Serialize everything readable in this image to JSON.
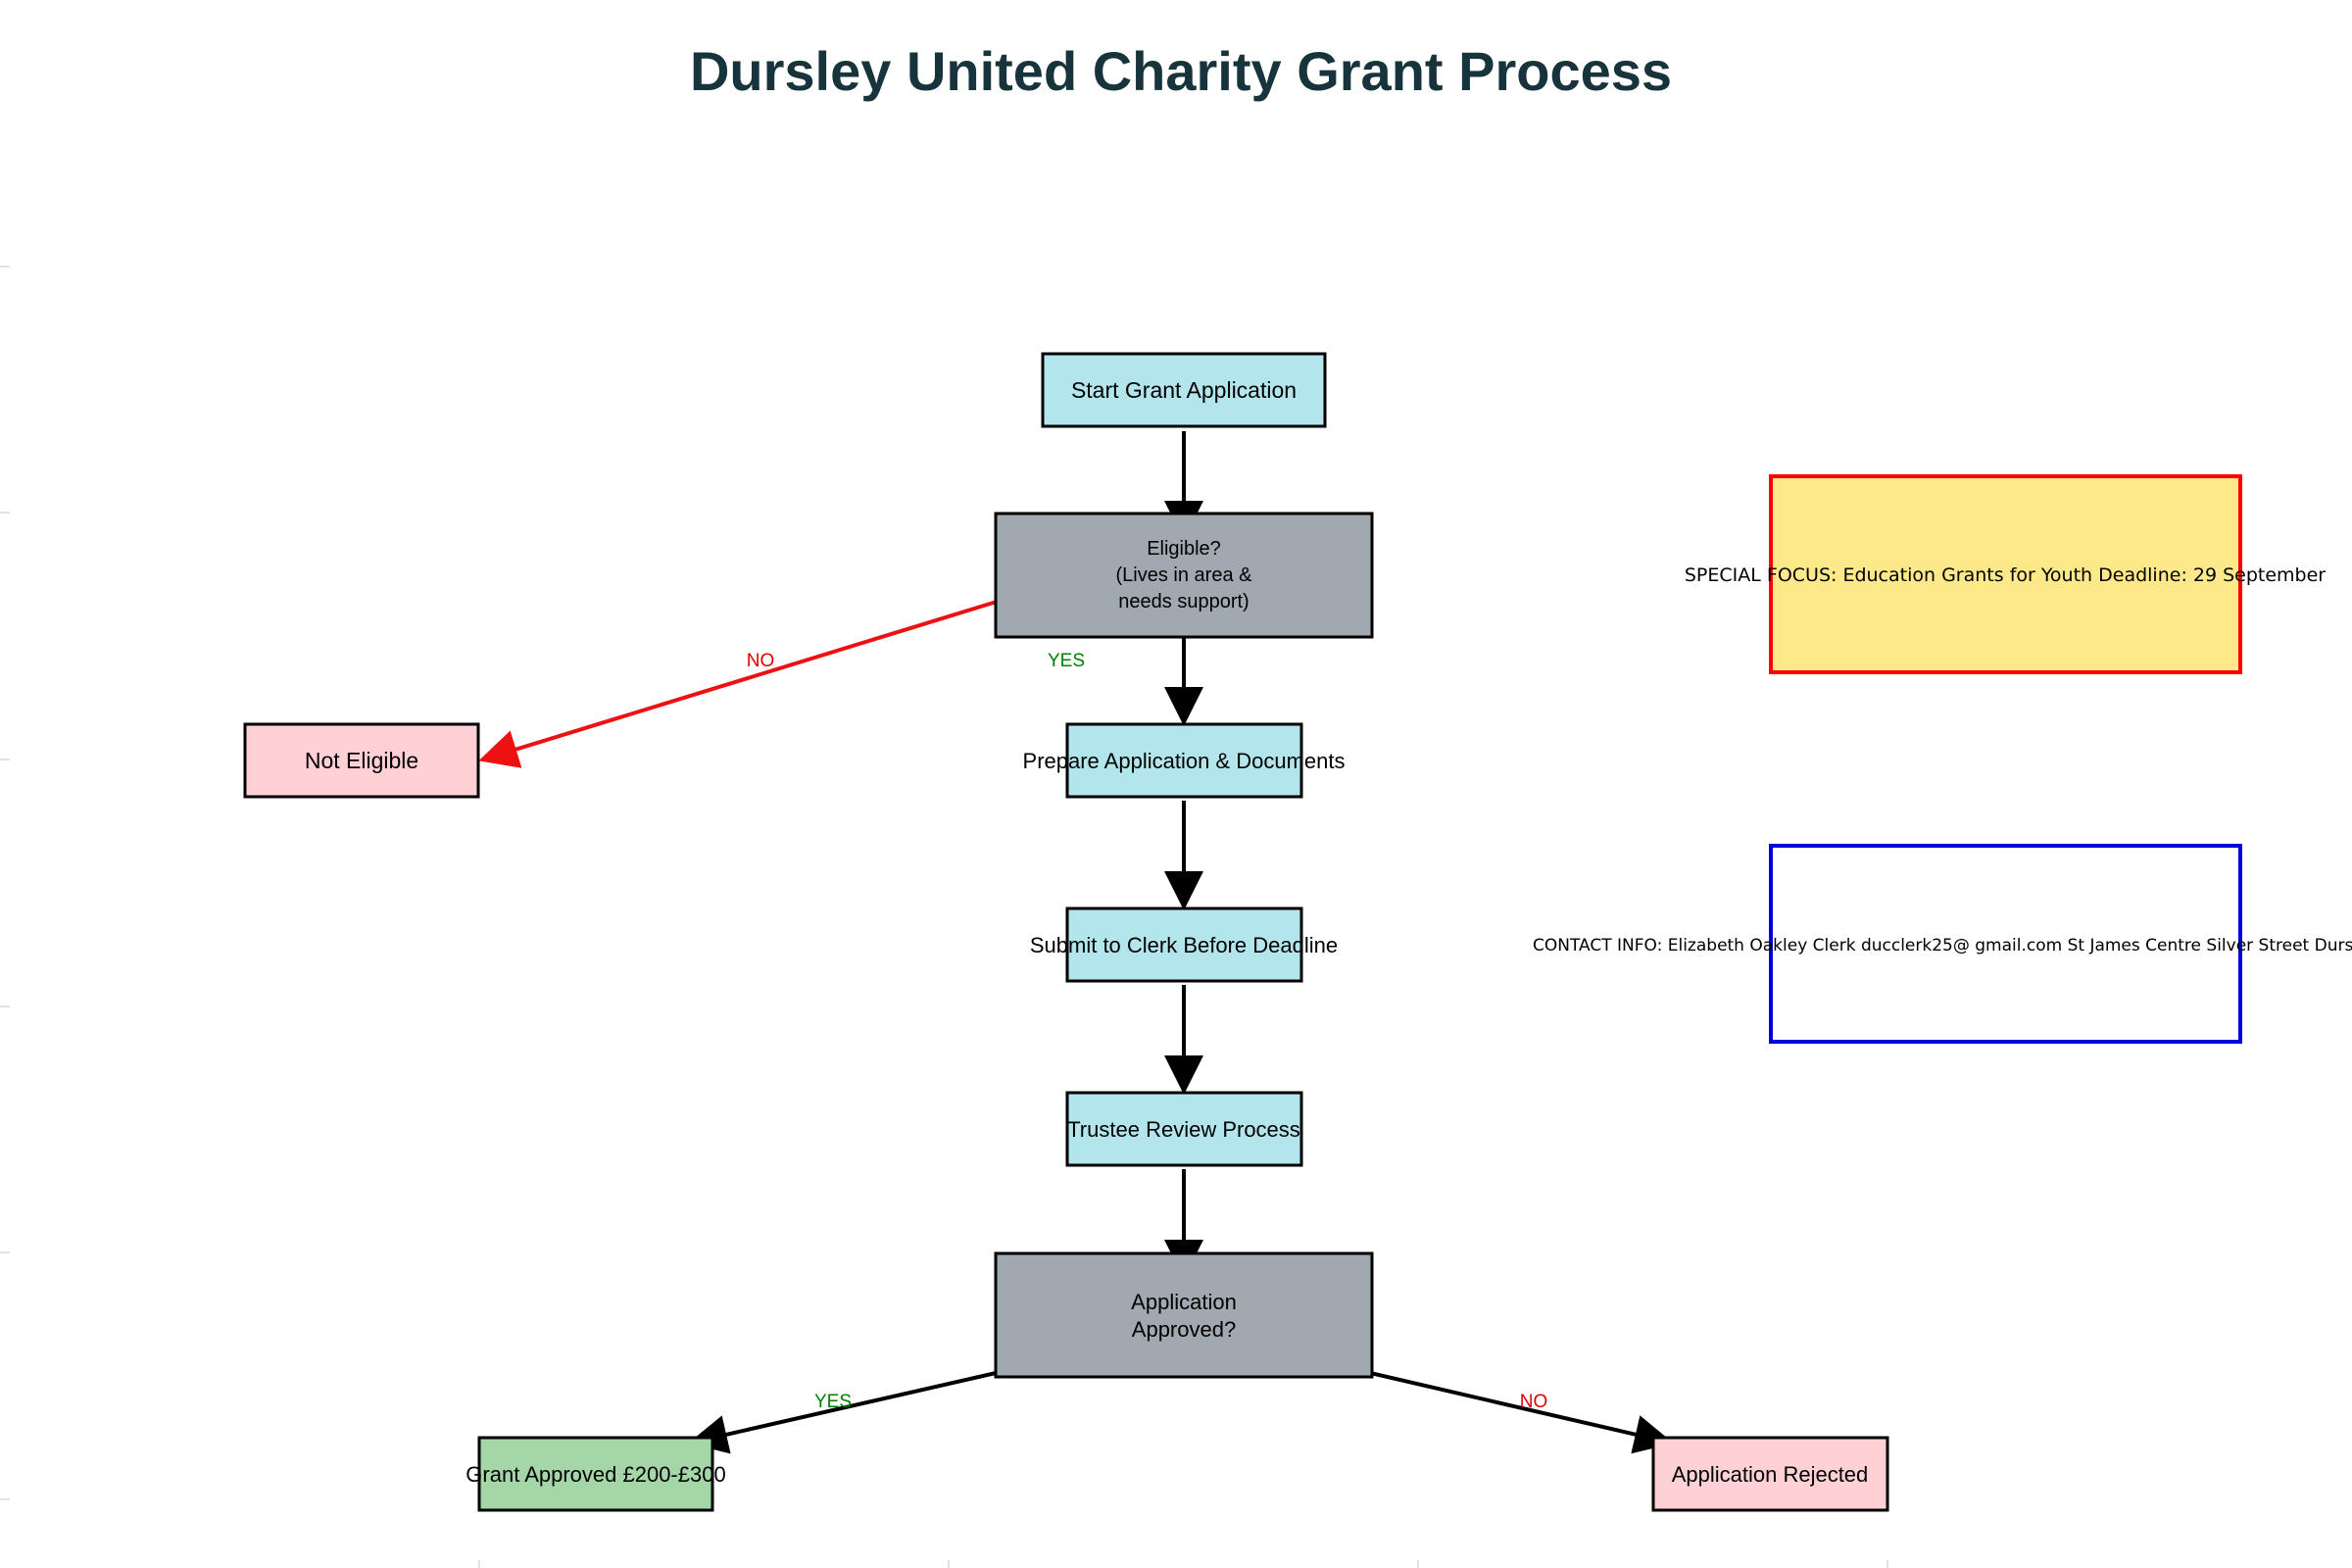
{
  "title": "Dursley United Charity Grant Process",
  "colors": {
    "process_fill": "#b3e5ec",
    "decision_fill": "#a0a8b0",
    "negative_fill": "#ffd0d4",
    "positive_fill": "#a5d6a7",
    "highlight_fill": "#fde98a",
    "title_color": "#17333b",
    "yes_color": "#008000",
    "no_color": "#dd0000",
    "red_border": "#ff0000",
    "blue_border": "#0000dd"
  },
  "nodes": {
    "start": {
      "label": "Start Grant Application"
    },
    "eligible": {
      "label_lines": [
        "Eligible?",
        "(Lives in area &",
        "needs support)"
      ]
    },
    "not_eligible": {
      "label": "Not Eligible"
    },
    "prepare": {
      "label": "Prepare Application & Documents"
    },
    "submit": {
      "label": "Submit to Clerk Before Deadline"
    },
    "review": {
      "label": "Trustee Review Process"
    },
    "approved_q": {
      "label_lines": [
        "Application",
        "Approved?"
      ]
    },
    "grant_approved": {
      "label": "Grant Approved £200-£300"
    },
    "rejected": {
      "label": "Application Rejected"
    }
  },
  "edge_labels": {
    "eligible_no": "NO",
    "eligible_yes": "YES",
    "approved_yes": "YES",
    "approved_no": "NO"
  },
  "notes": {
    "special_focus": "SPECIAL FOCUS: Education Grants for Youth  Deadline: 29 September",
    "contact_info": "CONTACT INFO:  Elizabeth Oakley Clerk  ducclerk25@ gmail.com  St James Centre Silver Street Dursley"
  }
}
